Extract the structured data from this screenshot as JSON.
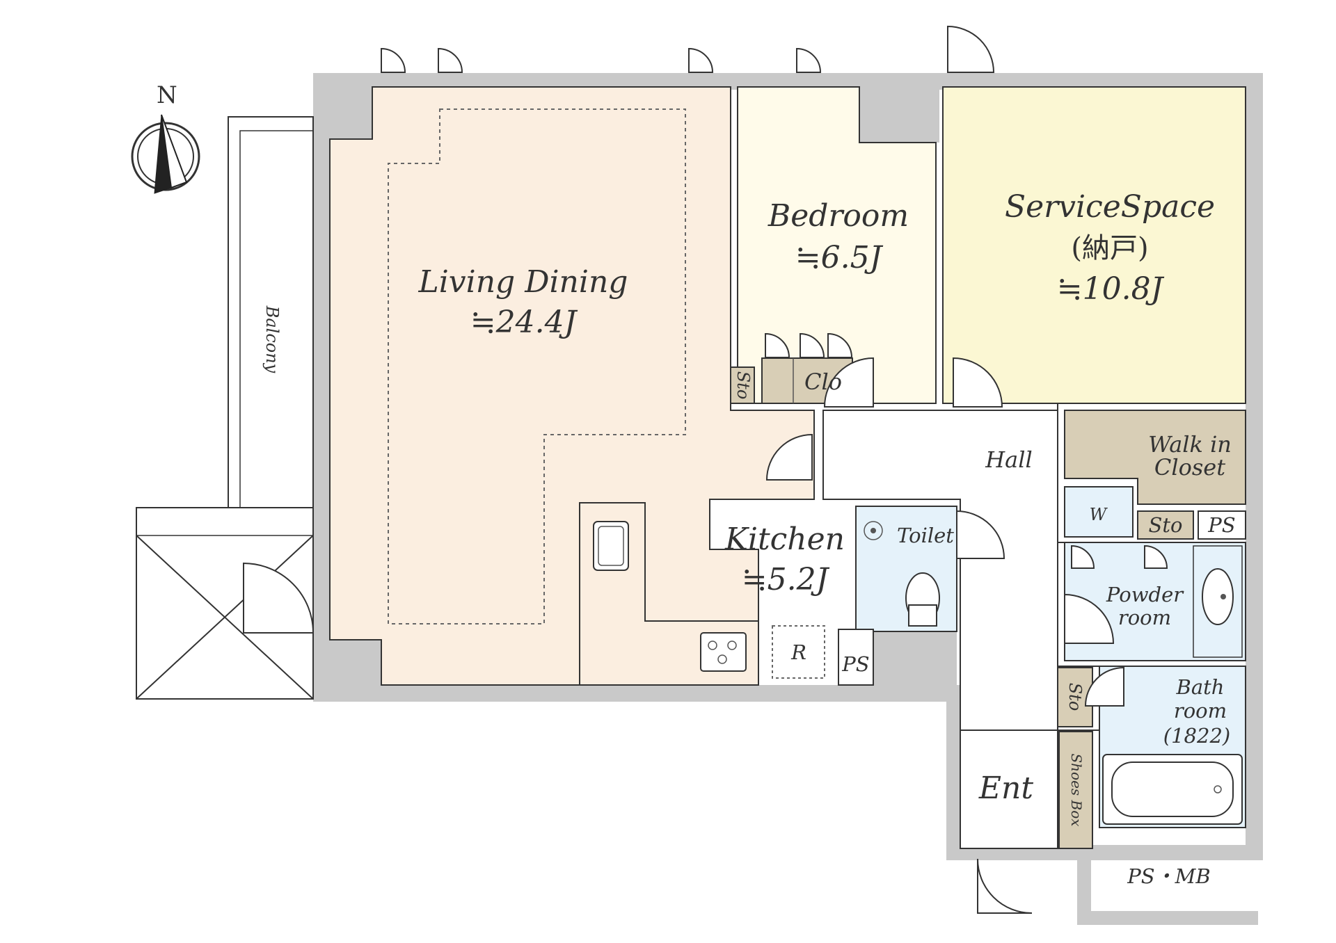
{
  "compass": {
    "north_label": "N"
  },
  "rooms": {
    "living_dining": {
      "name": "Living Dining",
      "area": "≒24.4J"
    },
    "bedroom": {
      "name": "Bedroom",
      "area": "≒6.5J"
    },
    "service_space": {
      "name": "ServiceSpace",
      "subname": "(納戸)",
      "area": "≒10.8J"
    },
    "kitchen": {
      "name": "Kitchen",
      "area": "≒5.2J"
    },
    "hall": {
      "name": "Hall"
    },
    "walk_in_closet": {
      "name_line1": "Walk in",
      "name_line2": "Closet"
    },
    "toilet": {
      "name": "Toilet"
    },
    "powder_room": {
      "name_line1": "Powder",
      "name_line2": "room"
    },
    "bath_room": {
      "name_line1": "Bath",
      "name_line2": "room",
      "name_line3": "(1822)"
    },
    "entrance": {
      "name": "Ent"
    },
    "balcony": {
      "name": "Balcony"
    }
  },
  "storage": {
    "sto_bedroom": "Sto",
    "clo": "Clo",
    "sto_powder": "Sto",
    "ps_powder": "PS",
    "washer": "W",
    "ps_kitchen": "PS",
    "refrigerator": "R",
    "sto_hall": "Sto",
    "shoes_box": "Shoes Box",
    "ps_mb": "PS・MB"
  },
  "colors": {
    "living": "#fbeee0",
    "bedroom": "#fffbea",
    "service": "#fbf7d3",
    "closet": "#d8ceb6",
    "wet": "#e5f2fa",
    "wall": "#c9c9c9"
  }
}
